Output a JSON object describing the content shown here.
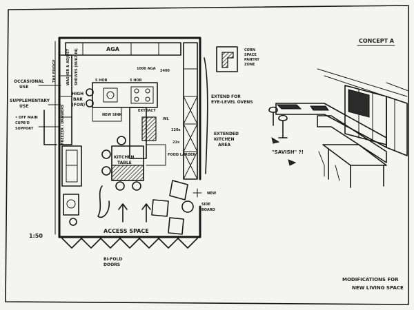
{
  "sheet": {
    "concept_title": "CONCEPT A",
    "scale": "1:50",
    "caption_line1": "MODIFICATIONS FOR",
    "caption_line2": "NEW LIVING SPACE"
  },
  "plan": {
    "top_label": "AGA",
    "access_label": "ACCESS SPACE",
    "doors_line1": "BI-FOLD",
    "doors_line2": "DOORS",
    "table_line1": "KITCHEN",
    "table_line2": "TABLE",
    "hob_label": "5 HOB",
    "sink_label": "1000 AGA",
    "stair_tag": "2400",
    "wall_tag_a": "120x",
    "wall_tag_b": "22x",
    "bench_label": "FOOD LARDER",
    "window_tag": "WL"
  },
  "annotations": {
    "left_top_1": "OCCASIONAL",
    "left_top_2": "USE",
    "left_mid_1": "SUPPLEMENTARY",
    "left_mid_2": "USE",
    "left_bot_1": "• OFF MAIN",
    "left_bot_2": "CUPB'D",
    "left_bot_3": "SUPPORT",
    "vert_1": "THE FRIDGE",
    "vert_2": "WASHER & ADJUST",
    "vert_3": "SHELVES (BUILT-IN)",
    "vert_left": "FREEZER / DRAWERS",
    "high_bar_1": "HIGH",
    "high_bar_2": "BAR",
    "high_bar_3": "(FOR)",
    "island_1": "5 HOB",
    "island_2": "EXTRACT",
    "island_3": "NEW SINK",
    "right_1": "EXTEND FOR",
    "right_2": "EYE-LEVEL OVENS",
    "right_3": "EXTENDED",
    "right_4": "KITCHEN",
    "right_5": "AREA",
    "corner_1": "SIDE",
    "corner_2": "BOARD",
    "wall_note": "NEW",
    "pantry_1": "CORN",
    "pantry_2": "SPACE",
    "pantry_3": "PANTRY",
    "pantry_4": "ZONE",
    "perspective_note": "\"SAVISH\" ?!"
  }
}
